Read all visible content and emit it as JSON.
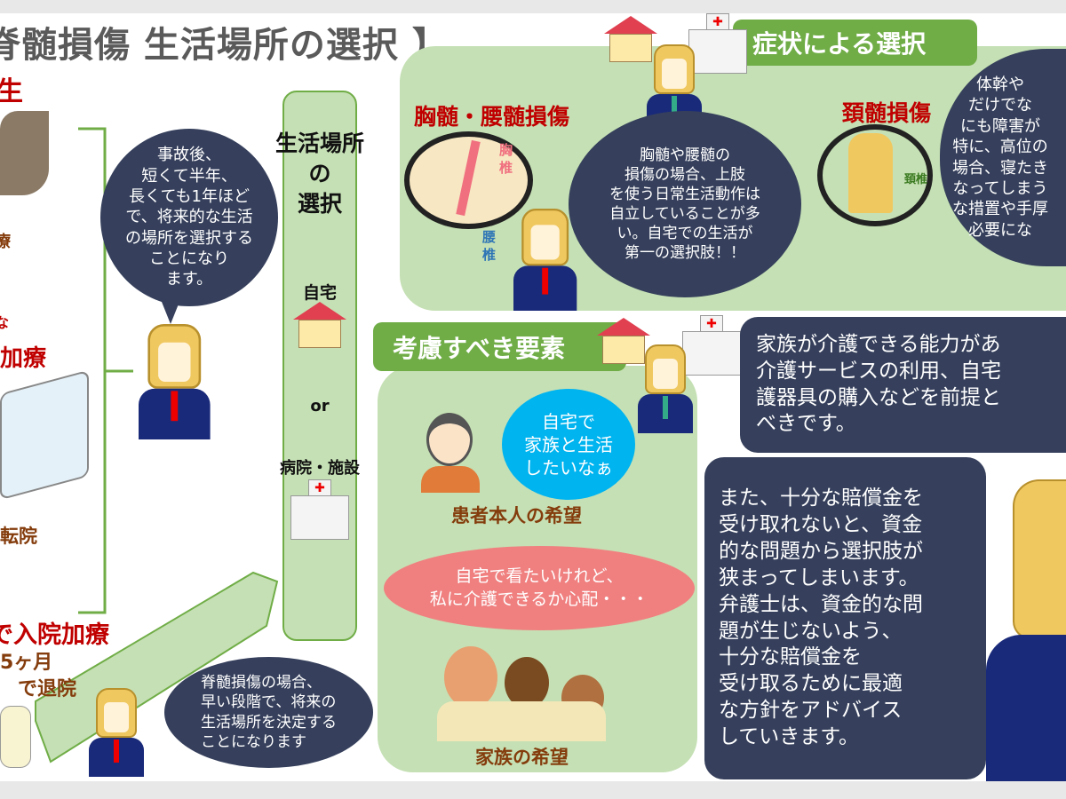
{
  "title": "【脊髄損傷 生活場所の選択 】",
  "timeline": {
    "label_top": "生",
    "label_small_1": "療",
    "label_small_2": "な",
    "label_treatment": "加療",
    "label_transfer": "転院",
    "label_inpatient": "で入院加療",
    "label_months": "5ヶ月",
    "label_discharge": "で退院"
  },
  "bubble_timing": "事故後、\n短くて半年、\n長くても1年ほど\nで、将来的な生活\nの場所を選択する\nことになり\nます。",
  "choice_column": {
    "heading": "生活場所\nの\n選択",
    "option_home": "自宅",
    "or": "or",
    "option_facility": "病院・施設"
  },
  "bubble_early": "脊髄損傷の場合、\n早い段階で、将来の\n生活場所を決定する\nことになります",
  "symptom_panel": {
    "label": "症状による選択",
    "thoracic_title": "胸髄・腰髄損傷",
    "thoracic_tag": "胸\n椎",
    "lumbar_tag": "腰\n椎",
    "thoracic_bubble": "胸髄や腰髄の\n損傷の場合、上肢\nを使う日常生活動作は\n自立していることが多\nい。自宅での生活が\n第一の選択肢！！",
    "cervical_title": "頚髄損傷",
    "cervical_tag": "頚椎",
    "cervical_bubble": "体幹や\nだけでな\nにも障害が\n特に、高位の\n場合、寝たき\nなってしまう\nな措置や手厚\n必要にな"
  },
  "factors_panel": {
    "label": "考慮すべき要素",
    "patient_thought": "自宅で\n家族と生活\nしたいなぁ",
    "patient_caption": "患者本人の希望",
    "family_thought": "自宅で看たいけれど、\n私に介護できるか心配・・・",
    "family_caption": "家族の希望"
  },
  "advice": {
    "box1": "家族が介護できる能力があ\n介護サービスの利用、自宅\n護器具の購入などを前提と\nべきです。",
    "box2": "また、十分な賠償金を\n受け取れないと、資金\n的な問題から選択肢が\n狭まってしまいます。\n弁護士は、資金的な問\n題が生じないよう、\n十分な賠償金を\n受け取るために最適\nな方針をアドバイス\nしていきます。"
  },
  "colors": {
    "panel_green": "#c5e0b4",
    "label_green": "#70ad47",
    "bubble_navy": "#36405c",
    "accent_red": "#c00000",
    "cloud_blue": "#00b4f0",
    "cloud_pink": "#f08080"
  }
}
